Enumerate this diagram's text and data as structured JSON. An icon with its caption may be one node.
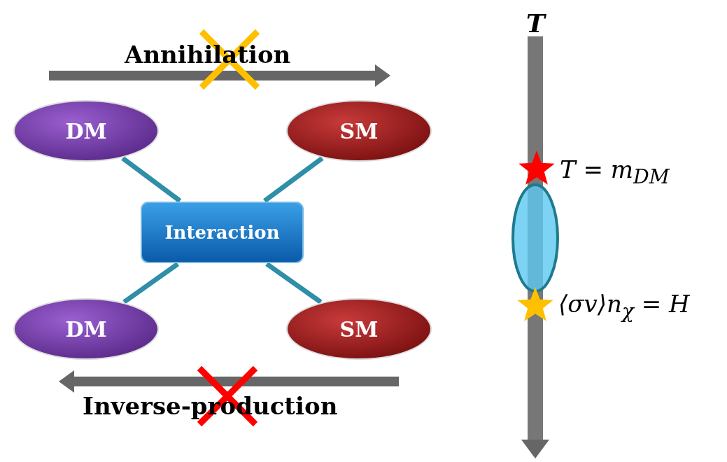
{
  "diagram": {
    "nodes": [
      {
        "text": [
          "DM"
        ]
      },
      {
        "text": [
          "SM"
        ]
      },
      {
        "text": [
          "Interaction"
        ]
      },
      {
        "text": [
          "DM"
        ]
      },
      {
        "text": [
          "SM"
        ]
      }
    ],
    "edges": [
      {
        "from": 0,
        "to": 2,
        "arrow": "none"
      },
      {
        "from": 1,
        "to": 2,
        "arrow": "none"
      },
      {
        "from": 3,
        "to": 2,
        "arrow": "none"
      },
      {
        "from": 4,
        "to": 2,
        "arrow": "none"
      }
    ],
    "labels": [
      "T",
      "Annihilation",
      "T = m$_{DM}$",
      "⟨σv⟩n$_{χ}$ = H",
      "Inverse-production"
    ]
  }
}
